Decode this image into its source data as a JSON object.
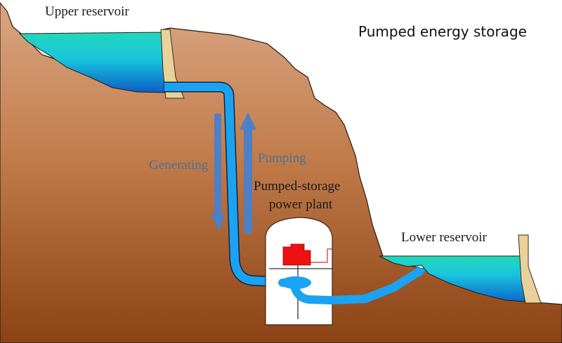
{
  "title": "Pumped energy storage",
  "labels": {
    "upper_reservoir": "Upper reservoir",
    "lower_reservoir": "Lower reservoir",
    "generating": "Generating",
    "pumping": "Pumping",
    "plant_line1": "Pumped-storage",
    "plant_line2": "power plant"
  },
  "flows": [
    {
      "name": "generating",
      "direction": "down"
    },
    {
      "name": "pumping",
      "direction": "up"
    }
  ],
  "colors": {
    "water_top": "#22d3c0",
    "water_bottom": "#0c62c8",
    "pipe": "#1aa0f0",
    "arrow": "#4f7fc4",
    "dam": "#e8cf98",
    "earth_light": "#d6a37d",
    "earth_dark": "#8f4516",
    "generator": "#ee1111"
  }
}
